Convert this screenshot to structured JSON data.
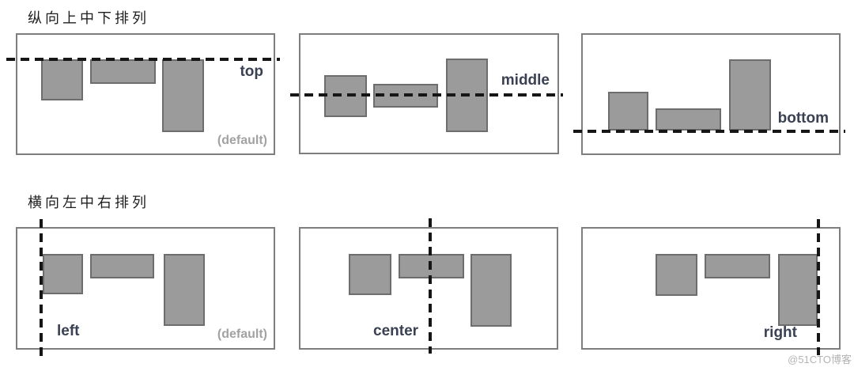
{
  "sections": [
    {
      "title": "纵向上中下排列",
      "panels": [
        {
          "label": "top",
          "note": "(default)"
        },
        {
          "label": "middle"
        },
        {
          "label": "bottom"
        }
      ]
    },
    {
      "title": "横向左中右排列",
      "panels": [
        {
          "label": "left",
          "note": "(default)"
        },
        {
          "label": "center"
        },
        {
          "label": "right"
        }
      ]
    }
  ],
  "watermark": "@51CTO博客",
  "colors": {
    "block_fill": "#9b9b9b",
    "block_border": "#6d6d6d",
    "panel_border": "#7e7e7e",
    "guide_line": "#161616",
    "align_label": "#3a4152",
    "note_label": "#a2a2a2",
    "watermark": "#b4b4b4"
  }
}
